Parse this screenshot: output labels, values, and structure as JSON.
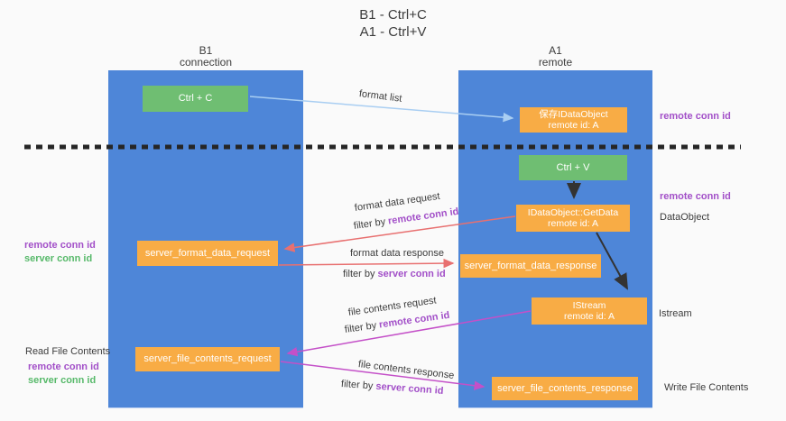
{
  "title": {
    "line1": "B1 - Ctrl+C",
    "line2": "A1 - Ctrl+V"
  },
  "columns": {
    "left": {
      "name": "B1",
      "subtitle": "connection"
    },
    "right": {
      "name": "A1",
      "subtitle": "remote"
    }
  },
  "boxes": {
    "ctrl_c": "Ctrl + C",
    "ctrl_v": "Ctrl + V",
    "save_dataobject": {
      "line1": "保存IDataObject",
      "line2": "remote id: A"
    },
    "getdata": {
      "line1": "IDataObject::GetData",
      "line2": "remote id: A"
    },
    "istream": {
      "line1": "IStream",
      "line2": "remote id: A"
    },
    "format_request": "server_format_data_request",
    "format_response": "server_format_data_response",
    "file_request": "server_file_contents_request",
    "file_response": "server_file_contents_response"
  },
  "labels": {
    "format_list": "format list",
    "format_data_request": "format data request",
    "filter_remote_1": {
      "prefix": "filter by ",
      "highlight": "remote conn id"
    },
    "format_data_response": "format data response",
    "filter_server_1": {
      "prefix": "filter by ",
      "highlight": "server conn id"
    },
    "file_contents_request": "file contents request",
    "filter_remote_2": {
      "prefix": "filter by ",
      "highlight": "remote conn id"
    },
    "file_contents_response": "file contents response",
    "filter_server_2": {
      "prefix": "filter by ",
      "highlight": "server conn id"
    },
    "right_remote_top": "remote conn id",
    "right_remote_mid": "remote conn id",
    "right_dataobject": "DataObject",
    "right_istream": "Istream",
    "right_write_file": "Write File Contents",
    "left_remote_mid": "remote conn id",
    "left_server_mid": "server conn id",
    "left_read_file": "Read File Contents",
    "left_remote_bottom": "remote conn id",
    "left_server_bottom": "server conn id"
  },
  "colors": {
    "lane_blue": "#4E86D8",
    "box_orange": "#F8AC45",
    "box_green": "#6FBE72",
    "arrow_lightblue": "#A9CEF2",
    "arrow_salmon": "#E87070",
    "arrow_magenta": "#C450C8",
    "arrow_black": "#333333",
    "text_purple": "#A24FC8",
    "text_green": "#57B96A",
    "background": "#fafafa"
  }
}
